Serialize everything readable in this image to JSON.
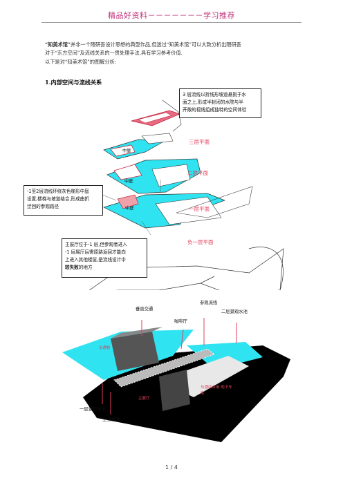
{
  "header": {
    "title": "精品好资料－－－－－－－学习推荐"
  },
  "intro": {
    "line1_quote": "“知美术馆”",
    "line1_rest": "并非一个隈研吾设计思想的典型作品,但透过“知美术馆”可以大致分析出隈研吾",
    "line2": "对于“东方空间”及流线关系的一贯处理手法,具有学习参考价值.",
    "line3": "以下是对“知美术馆”的图解分析:"
  },
  "section1": {
    "title": "1.内部空间与流线关系"
  },
  "diagram1": {
    "callout_top": [
      "3 层流线以折线形坡道悬挑于水",
      "面之上,形成半封闭的水院与半",
      "开敞的视线组成独特的空间体验"
    ],
    "callout_left": [
      "-1至2层流线环绕灰色梯形中庭",
      "设置,楼梯与坡道结合,形成曲折",
      "迂回的参观路径"
    ],
    "callout_bottom": [
      "主展厅位于-1 层,但参观者进入",
      "-1 层展厅后需原路返回才能向",
      "上进入其他楼层,是流线设计中"
    ],
    "callout_bottom_bold": "较失败",
    "callout_bottom_end": "的地方",
    "floor_labels": [
      "三层平面",
      "二层平面",
      "一层平面",
      "负一层平面"
    ],
    "atrium_labels": [
      "中庭",
      "中庭",
      "中庭"
    ]
  },
  "diagram2": {
    "labels": {
      "vertical": "垂直交通",
      "route": "参观流线",
      "cafe": "咖啡厅",
      "pool2": "二层景观水池",
      "pool1": "一层景观水池",
      "atrium": "上空中庭",
      "stair": "交通核",
      "hall": "主展厅",
      "parking": "与酒店合用 地下车库"
    }
  },
  "footer": {
    "page": "1 / 4"
  },
  "colors": {
    "header": "#c0327a",
    "cyan": "#2fe3f0",
    "red": "#e0405a",
    "grey": "#9a9a9a"
  }
}
